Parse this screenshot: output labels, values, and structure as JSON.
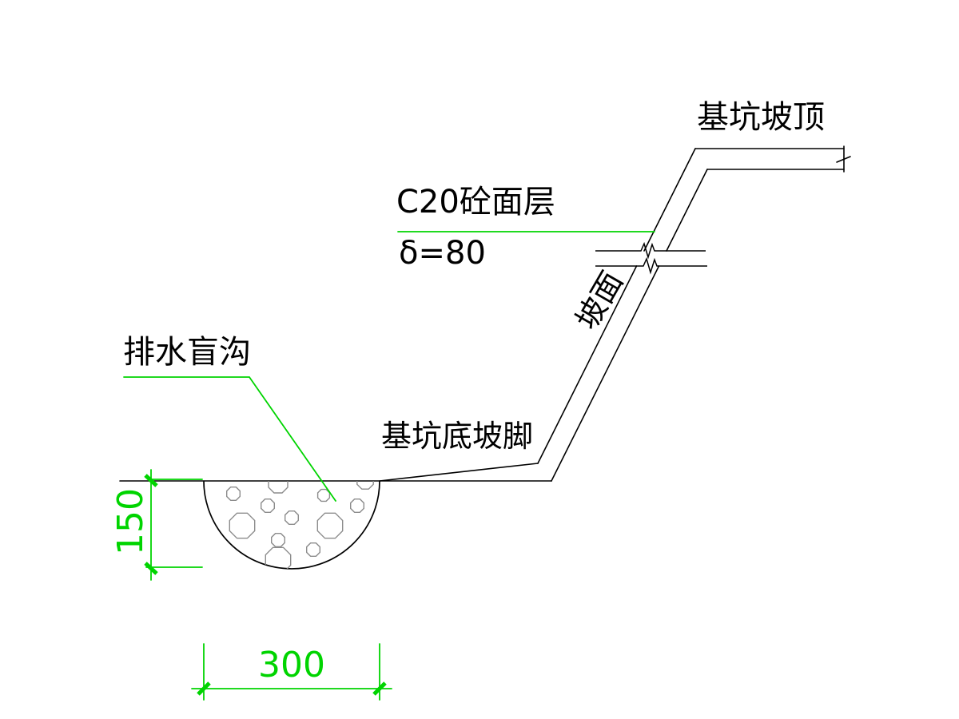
{
  "drawing": {
    "annotations": {
      "pit_slope_top": "基坑坡顶",
      "surface_layer": "C20砼面层",
      "surface_thickness": "δ=80",
      "slope_face": "坡面",
      "blind_drain": "排水盲沟",
      "pit_bottom_toe": "基坑底坡脚"
    },
    "dimensions": {
      "drain_depth": "150",
      "drain_width": "300"
    },
    "colors": {
      "linework": "#000000",
      "annotation_green": "#00d400",
      "gravel_gray": "#8c8c8c",
      "background": "#ffffff"
    }
  }
}
